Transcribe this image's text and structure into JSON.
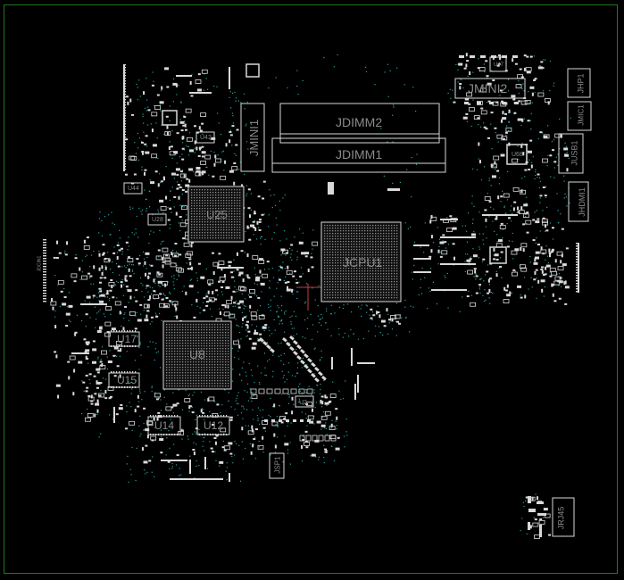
{
  "board": {
    "background": "#000000",
    "outline_color": "#1f7a1f",
    "trace_color": "#d9d9d9",
    "via_color": "#2aa3a3",
    "label_color": "#8a8a8a"
  },
  "labels": {
    "jdimm2": "JDIMM2",
    "jdimm1": "JDIMM1",
    "jmini2": "JMINI2",
    "jmini1": "JMINI1",
    "jhp1": "JHP1",
    "jmic1": "JMIC1",
    "jusb1": "JUSB1",
    "jhdmi1": "JHDMI1",
    "jcpu1": "JCPU1",
    "u25": "U25",
    "u8": "U8",
    "u17": "U17",
    "u15": "U15",
    "u14": "U14",
    "u12": "U12",
    "u2": "U2",
    "u28": "U28",
    "u42": "U42",
    "u44": "U44",
    "u68": "U68",
    "u47": "U47",
    "jrj45": "JRJ45",
    "jsp1": "JSP1",
    "jdcin": "JDCIN1"
  }
}
